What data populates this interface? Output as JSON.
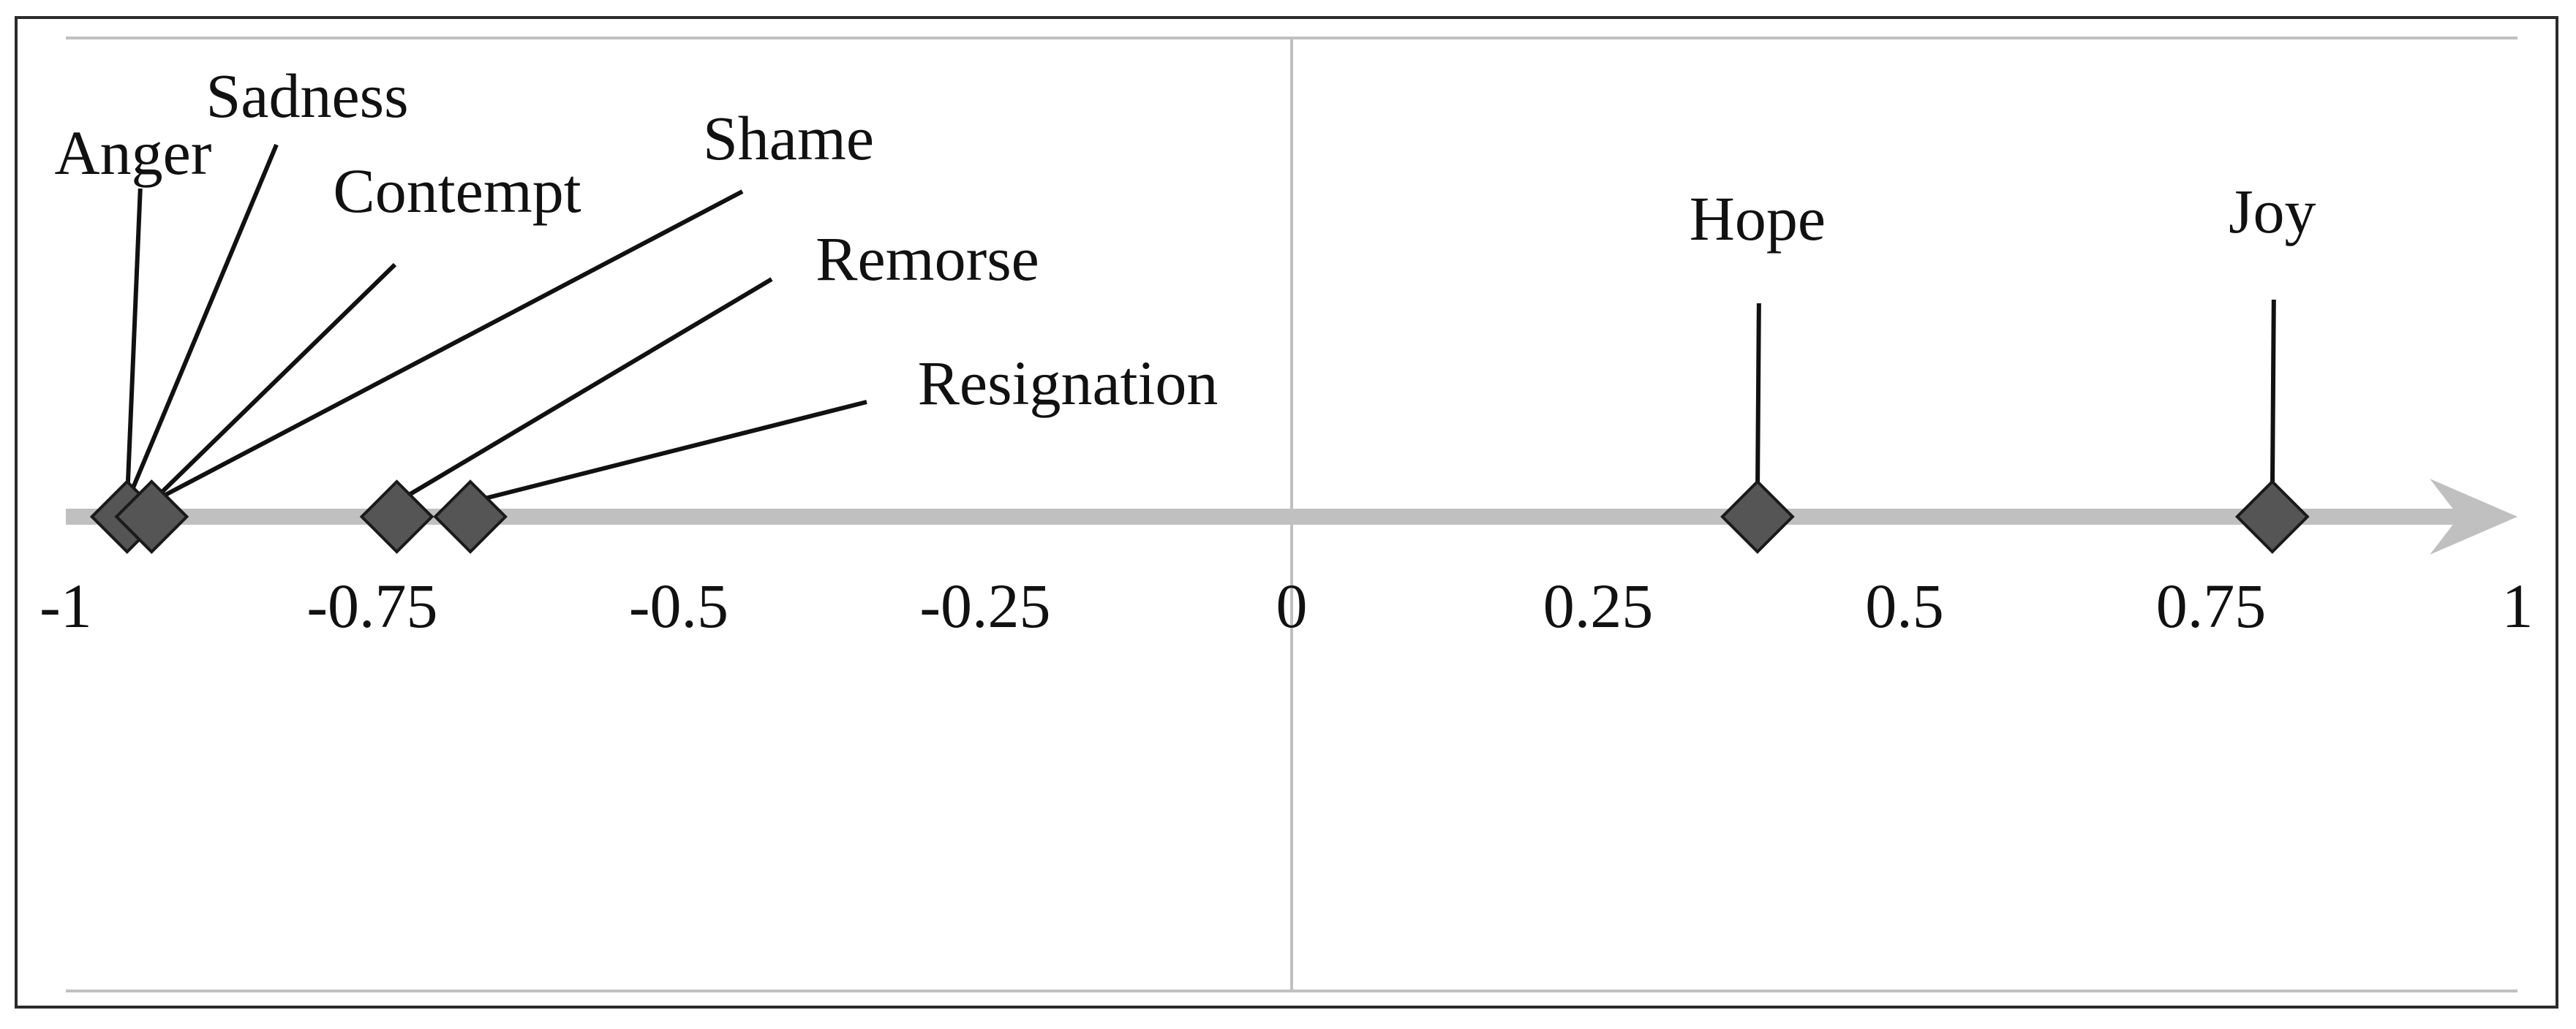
{
  "chart_data": {
    "type": "scatter",
    "title": "",
    "xlabel": "",
    "ylabel": "",
    "xlim": [
      -1,
      1
    ],
    "xticks": [
      "-1",
      "-0.75",
      "-0.5",
      "-0.25",
      "0",
      "0.25",
      "0.5",
      "0.75",
      "1"
    ],
    "grid": false,
    "colors": {
      "marker": "#555555",
      "axis": "#c0c0c0",
      "leader": "#111111"
    },
    "points": [
      {
        "label": "Anger",
        "x": -0.95
      },
      {
        "label": "Sadness",
        "x": -0.95
      },
      {
        "label": "Contempt",
        "x": -0.93
      },
      {
        "label": "Shame",
        "x": -0.93
      },
      {
        "label": "Remorse",
        "x": -0.73
      },
      {
        "label": "Resignation",
        "x": -0.67
      },
      {
        "label": "Hope",
        "x": 0.38
      },
      {
        "label": "Joy",
        "x": 0.8
      }
    ]
  }
}
